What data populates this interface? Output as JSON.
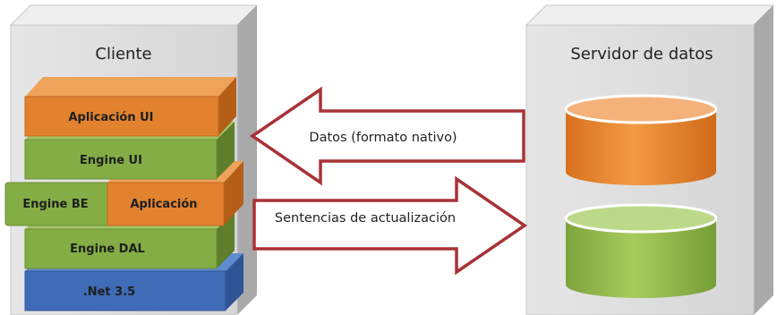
{
  "client": {
    "title": "Cliente",
    "layers": {
      "app_ui": "Aplicación UI",
      "engine_ui": "Engine UI",
      "engine_be": "Engine BE",
      "aplicacion": "Aplicación",
      "engine_dal": "Engine DAL",
      "net": ".Net 3.5"
    }
  },
  "server": {
    "title": "Servidor de datos",
    "databases": [
      "orange-database",
      "green-database"
    ]
  },
  "arrows": {
    "to_client": "Datos (formato nativo)",
    "to_server": "Sentencias de actualización"
  },
  "colors": {
    "orange": "#e2822f",
    "green": "#84ad45",
    "blue": "#3f6cb7",
    "box_gray": "#d9d9d9",
    "arrow_stroke": "#a83237"
  }
}
